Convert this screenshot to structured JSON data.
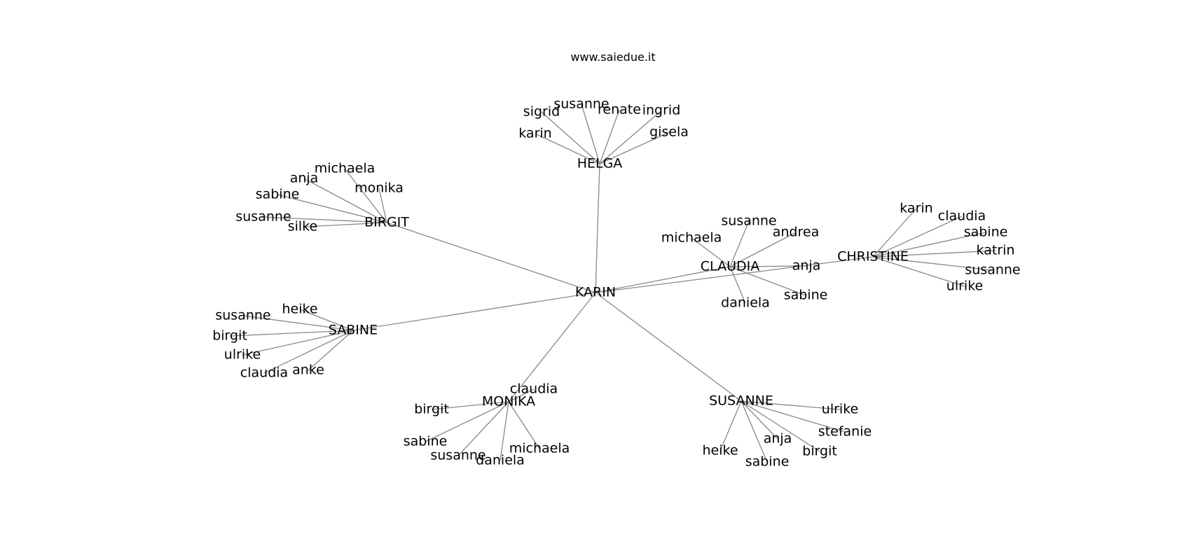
{
  "title": "www.saiedue.it",
  "edge_color": "#888888",
  "hubs": [
    {
      "name": "HELGA",
      "leaves": [
        "karin",
        "sigrid",
        "susanne",
        "renate",
        "ingrid",
        "gisela"
      ]
    },
    {
      "name": "BIRGIT",
      "leaves": [
        "michaela",
        "anja",
        "monika",
        "sabine",
        "susanne",
        "silke"
      ]
    },
    {
      "name": "CLAUDIA",
      "leaves": [
        "susanne",
        "andrea",
        "michaela",
        "anja",
        "daniela",
        "sabine"
      ]
    },
    {
      "name": "CHRISTINE",
      "leaves": [
        "karin",
        "claudia",
        "sabine",
        "katrin",
        "susanne",
        "ulrike"
      ]
    },
    {
      "name": "KARIN",
      "leaves": []
    },
    {
      "name": "SABINE",
      "leaves": [
        "heike",
        "susanne",
        "birgit",
        "ulrike",
        "claudia",
        "anke"
      ]
    },
    {
      "name": "MONIKA",
      "leaves": [
        "claudia",
        "birgit",
        "sabine",
        "susanne",
        "daniela",
        "michaela"
      ]
    },
    {
      "name": "SUSANNE",
      "leaves": [
        "ulrike",
        "stefanie",
        "anja",
        "birgit",
        "heike",
        "sabine"
      ]
    }
  ],
  "hub_links": [
    [
      "KARIN",
      "HELGA"
    ],
    [
      "KARIN",
      "BIRGIT"
    ],
    [
      "KARIN",
      "CLAUDIA"
    ],
    [
      "KARIN",
      "CHRISTINE"
    ],
    [
      "KARIN",
      "SABINE"
    ],
    [
      "KARIN",
      "MONIKA"
    ],
    [
      "KARIN",
      "SUSANNE"
    ]
  ]
}
